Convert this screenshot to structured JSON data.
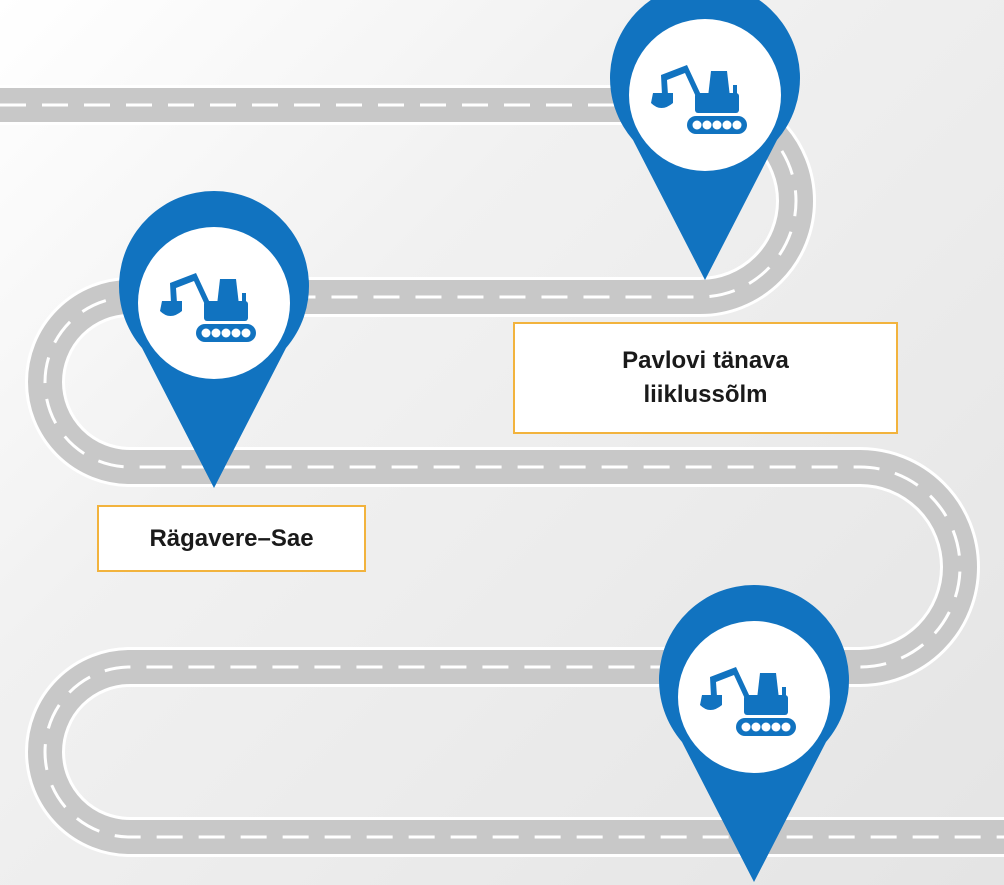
{
  "colors": {
    "road_edge": "#ffffff",
    "road_surface": "#c8c8c8",
    "road_dash": "#ffffff",
    "pin_fill": "#1173c0",
    "pin_inner": "#ffffff",
    "icon_fill": "#1173c0",
    "label_border": "#f2b33d",
    "label_bg": "#ffffff",
    "label_text": "#1a1a1a"
  },
  "icons": {
    "pin": "map-marker-icon",
    "machine": "excavator-icon"
  },
  "labels": {
    "pavlovi": [
      "Pavlovi tänava",
      "liiklussõlm"
    ],
    "ragavere": "Rägavere–Sae"
  }
}
